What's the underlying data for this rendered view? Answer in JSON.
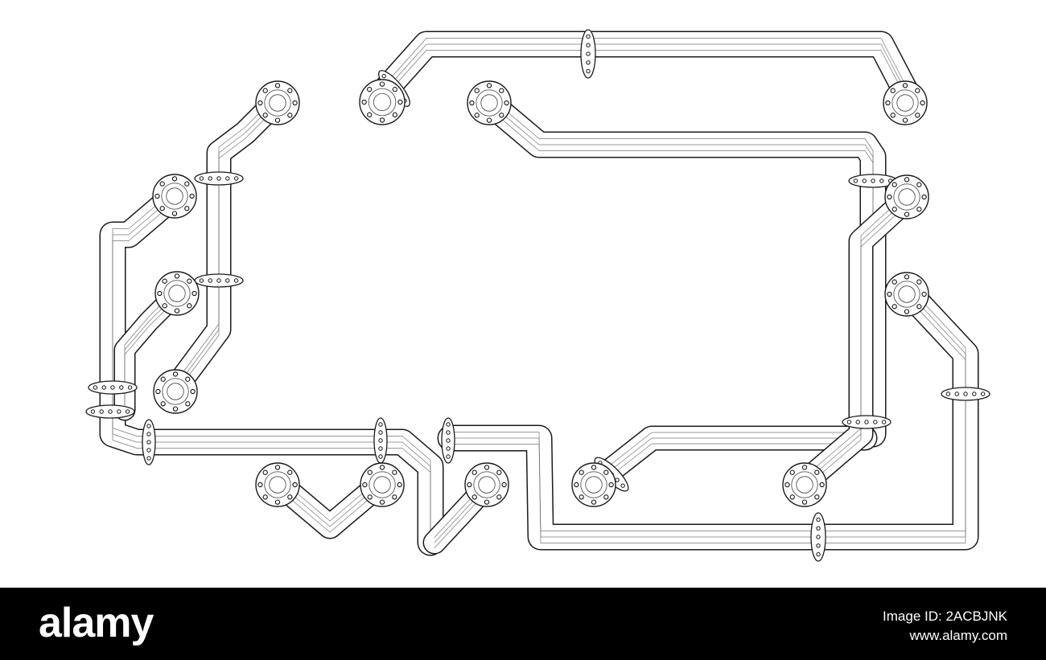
{
  "image": {
    "subject": "pipe-network-wireframe",
    "line_color": "#1a1a1a",
    "background_color": "#ffffff"
  },
  "footer": {
    "background_color": "#000000",
    "text_color": "#ffffff",
    "brand": "alamy",
    "image_id": "Image ID: 2ACBJNK",
    "url": "www.alamy.com"
  }
}
